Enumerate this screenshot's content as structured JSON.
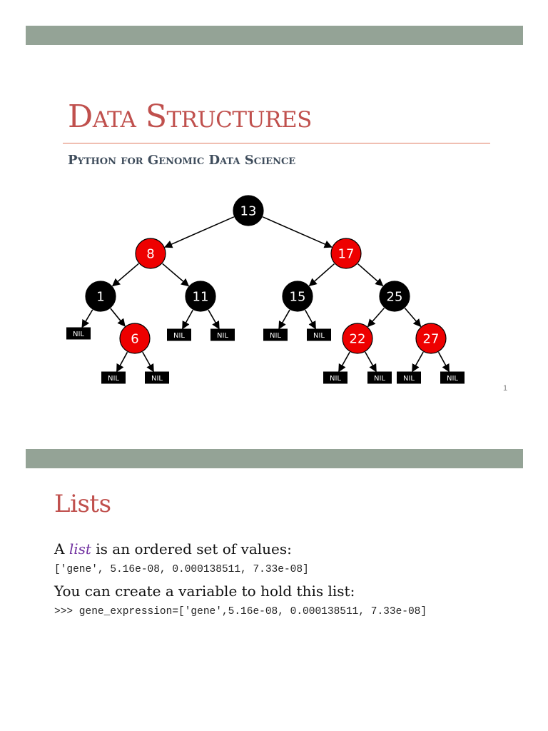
{
  "slide1": {
    "title": "Data Structures",
    "subtitle": "Python for Genomic Data Science",
    "page_number": "1",
    "colors": {
      "black_node": "#000000",
      "red_node": "#ee0000",
      "nil_leaf": "#000000"
    },
    "tree": {
      "nodes": [
        {
          "id": "n13",
          "label": "13",
          "color": "black"
        },
        {
          "id": "n8",
          "label": "8",
          "color": "red"
        },
        {
          "id": "n17",
          "label": "17",
          "color": "red"
        },
        {
          "id": "n1",
          "label": "1",
          "color": "black"
        },
        {
          "id": "n11",
          "label": "11",
          "color": "black"
        },
        {
          "id": "n15",
          "label": "15",
          "color": "black"
        },
        {
          "id": "n25",
          "label": "25",
          "color": "black"
        },
        {
          "id": "n6",
          "label": "6",
          "color": "red"
        },
        {
          "id": "n22",
          "label": "22",
          "color": "red"
        },
        {
          "id": "n27",
          "label": "27",
          "color": "red"
        }
      ],
      "nil_label": "NIL",
      "edges": [
        [
          "n13",
          "n8"
        ],
        [
          "n13",
          "n17"
        ],
        [
          "n8",
          "n1"
        ],
        [
          "n8",
          "n11"
        ],
        [
          "n17",
          "n15"
        ],
        [
          "n17",
          "n25"
        ],
        [
          "n1",
          "nil1"
        ],
        [
          "n1",
          "n6"
        ],
        [
          "n11",
          "nil2"
        ],
        [
          "n11",
          "nil3"
        ],
        [
          "n15",
          "nil4"
        ],
        [
          "n15",
          "nil5"
        ],
        [
          "n25",
          "n22"
        ],
        [
          "n25",
          "n27"
        ],
        [
          "n6",
          "nil6"
        ],
        [
          "n6",
          "nil7"
        ],
        [
          "n22",
          "nil8"
        ],
        [
          "n22",
          "nil9"
        ],
        [
          "n27",
          "nil10"
        ],
        [
          "n27",
          "nil11"
        ]
      ]
    }
  },
  "slide2": {
    "heading": "Lists",
    "line1_pre": "A ",
    "line1_word": "list",
    "line1_post": " is an ordered set of values:",
    "code1": "['gene', 5.16e-08, 0.000138511, 7.33e-08]",
    "line2": "You can create a variable to hold this list:",
    "code2": ">>> gene_expression=['gene',5.16e-08, 0.000138511, 7.33e-08]"
  }
}
